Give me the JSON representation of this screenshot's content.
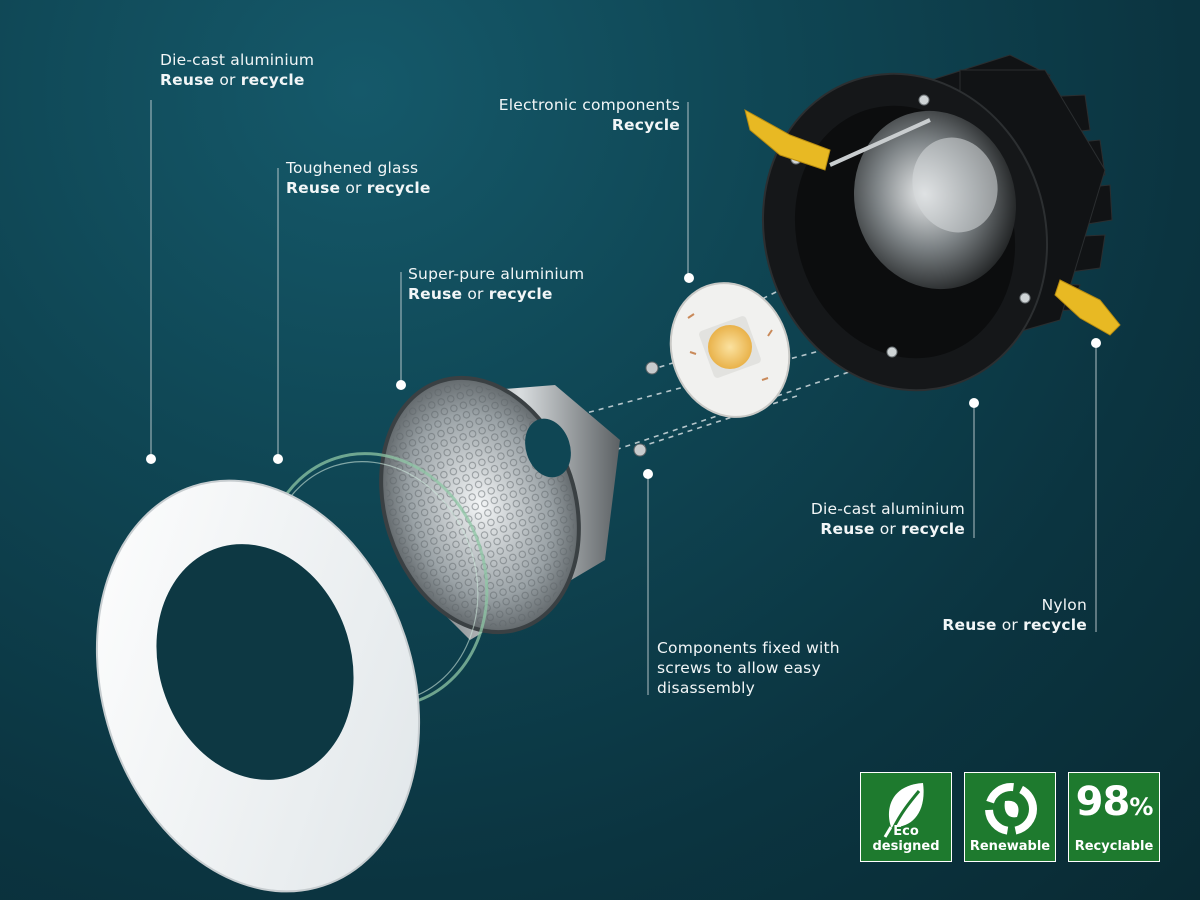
{
  "callouts": {
    "diecast_left": {
      "title": "Die-cast aluminium",
      "reuse": "Reuse",
      "or": "or",
      "recycle": "recycle"
    },
    "glass": {
      "title": "Toughened glass",
      "reuse": "Reuse",
      "or": "or",
      "recycle": "recycle"
    },
    "superpure": {
      "title": "Super-pure aluminium",
      "reuse": "Reuse",
      "or": "or",
      "recycle": "recycle"
    },
    "electronic": {
      "title": "Electronic components",
      "recycle": "Recycle"
    },
    "diecast_right": {
      "title": "Die-cast aluminium",
      "reuse": "Reuse",
      "or": "or",
      "recycle": "recycle"
    },
    "nylon": {
      "title": "Nylon",
      "reuse": "Reuse",
      "or": "or",
      "recycle": "recycle"
    },
    "screws": {
      "line1": "Components fixed with",
      "line2": "screws to allow easy",
      "line3": "disassembly"
    }
  },
  "badges": [
    {
      "label": "Eco designed",
      "icon": "leaf-icon"
    },
    {
      "label": "Renewable",
      "icon": "recycle-arrows-icon"
    },
    {
      "label": "Recyclable",
      "value": "98",
      "unit": "%"
    }
  ],
  "colors": {
    "badge_green": "#1e7a2e",
    "background": "#0f4654",
    "led": "#f3c46a",
    "clip_yellow": "#e8b923"
  }
}
